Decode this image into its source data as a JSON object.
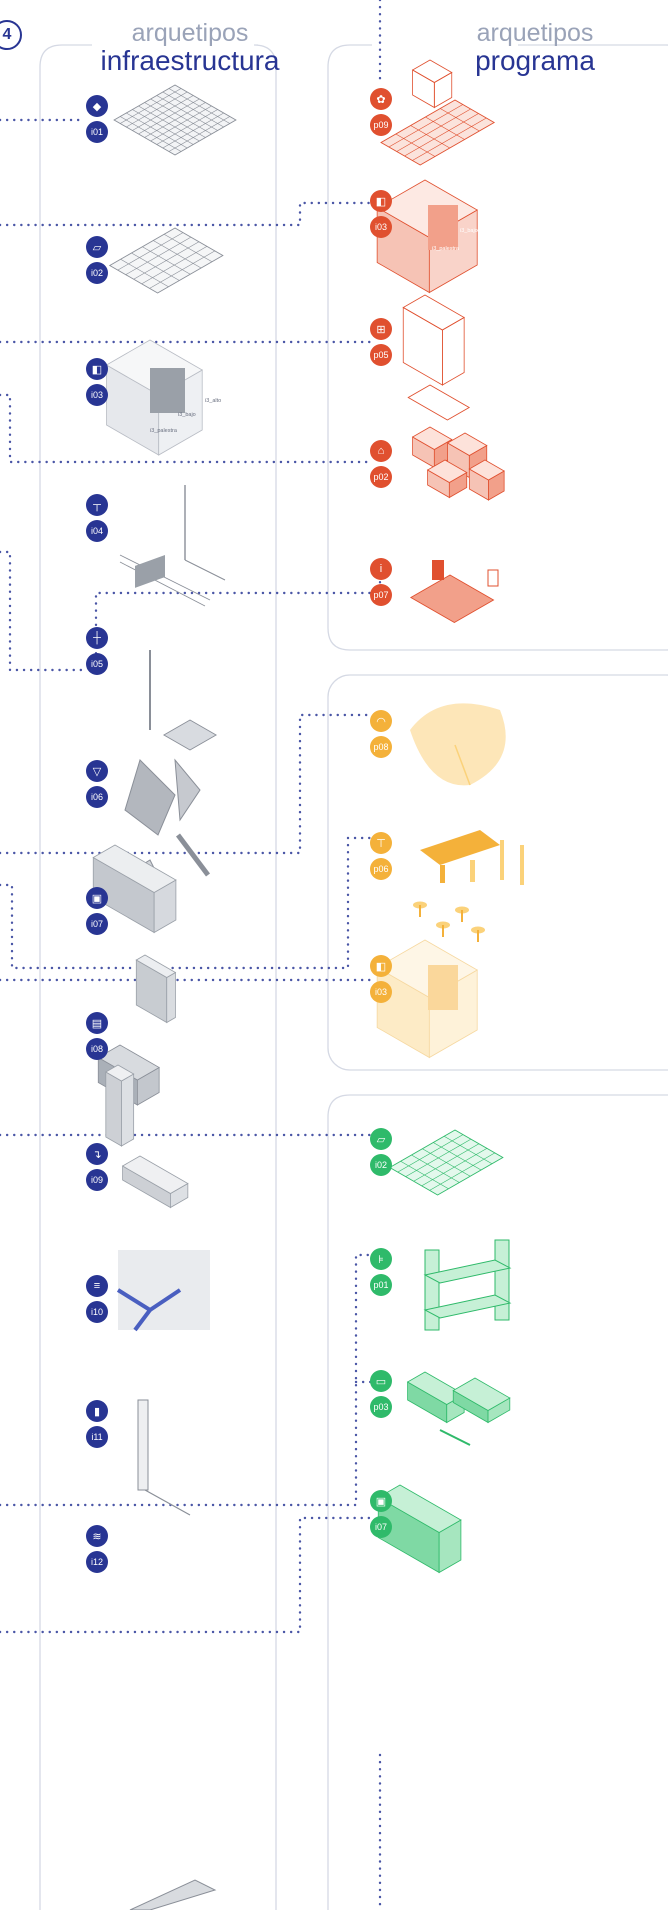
{
  "badge_number": "4",
  "columns": {
    "infra": {
      "line1": "arquetipos",
      "line2": "infraestructura"
    },
    "prog": {
      "line1": "arquetipos",
      "line2": "programa"
    }
  },
  "colors": {
    "navy": "#283593",
    "header_gray": "#9aa3b8",
    "panel_border": "#d5d9e4",
    "dot_line": "#4a56a6",
    "red": "#e0502f",
    "orange": "#f4b13a",
    "green": "#2fba6a"
  },
  "infra_nodes": [
    {
      "code": "i01",
      "icon": "compass-icon"
    },
    {
      "code": "i02",
      "icon": "slab-icon"
    },
    {
      "code": "i03",
      "icon": "wall-icon"
    },
    {
      "code": "i04",
      "icon": "pole-icon"
    },
    {
      "code": "i05",
      "icon": "lamp-icon"
    },
    {
      "code": "i06",
      "icon": "canopy-icon"
    },
    {
      "code": "i07",
      "icon": "container-icon"
    },
    {
      "code": "i08",
      "icon": "storage-icon"
    },
    {
      "code": "i09",
      "icon": "fountain-icon"
    },
    {
      "code": "i10",
      "icon": "drain-icon"
    },
    {
      "code": "i11",
      "icon": "post-icon"
    },
    {
      "code": "i12",
      "icon": "rail-icon"
    }
  ],
  "prog_nodes": [
    {
      "code": "p09",
      "icon": "market-icon",
      "group": "red"
    },
    {
      "code": "i03",
      "icon": "wall-icon",
      "group": "red"
    },
    {
      "code": "p05",
      "icon": "shelf-icon",
      "group": "red"
    },
    {
      "code": "p02",
      "icon": "blocks-icon",
      "group": "red"
    },
    {
      "code": "p07",
      "icon": "info-icon",
      "group": "red",
      "glyph": "i"
    },
    {
      "code": "p08",
      "icon": "mound-icon",
      "group": "orange"
    },
    {
      "code": "p06",
      "icon": "table-icon",
      "group": "orange"
    },
    {
      "code": "i03",
      "icon": "wall-icon",
      "group": "orange"
    },
    {
      "code": "i02",
      "icon": "slab-icon",
      "group": "green"
    },
    {
      "code": "p01",
      "icon": "scaffold-icon",
      "group": "green"
    },
    {
      "code": "p03",
      "icon": "bench-icon",
      "group": "green"
    },
    {
      "code": "i07",
      "icon": "container-icon",
      "group": "green"
    }
  ],
  "wall_labels": {
    "infra": {
      "alto": "i3_alto",
      "bajo": "i3_bajo",
      "palestra": "i3_palestra"
    },
    "prog": {
      "alto": "i3_alto",
      "bajo": "i3_bajo",
      "palestra": "i3_palestra"
    }
  }
}
